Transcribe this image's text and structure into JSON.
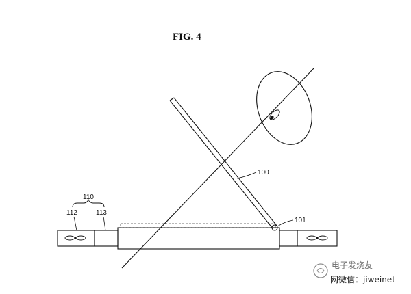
{
  "figure": {
    "title": "FIG. 4"
  },
  "labels": {
    "device_group": "110",
    "left_part": "112",
    "right_part": "113",
    "mast": "100",
    "pivot": "101"
  },
  "watermark": {
    "brand": "电子发烧友",
    "line": "网微信：jiweinet"
  },
  "colors": {
    "ink": "#111111",
    "watermark": "#6b6b6b"
  }
}
